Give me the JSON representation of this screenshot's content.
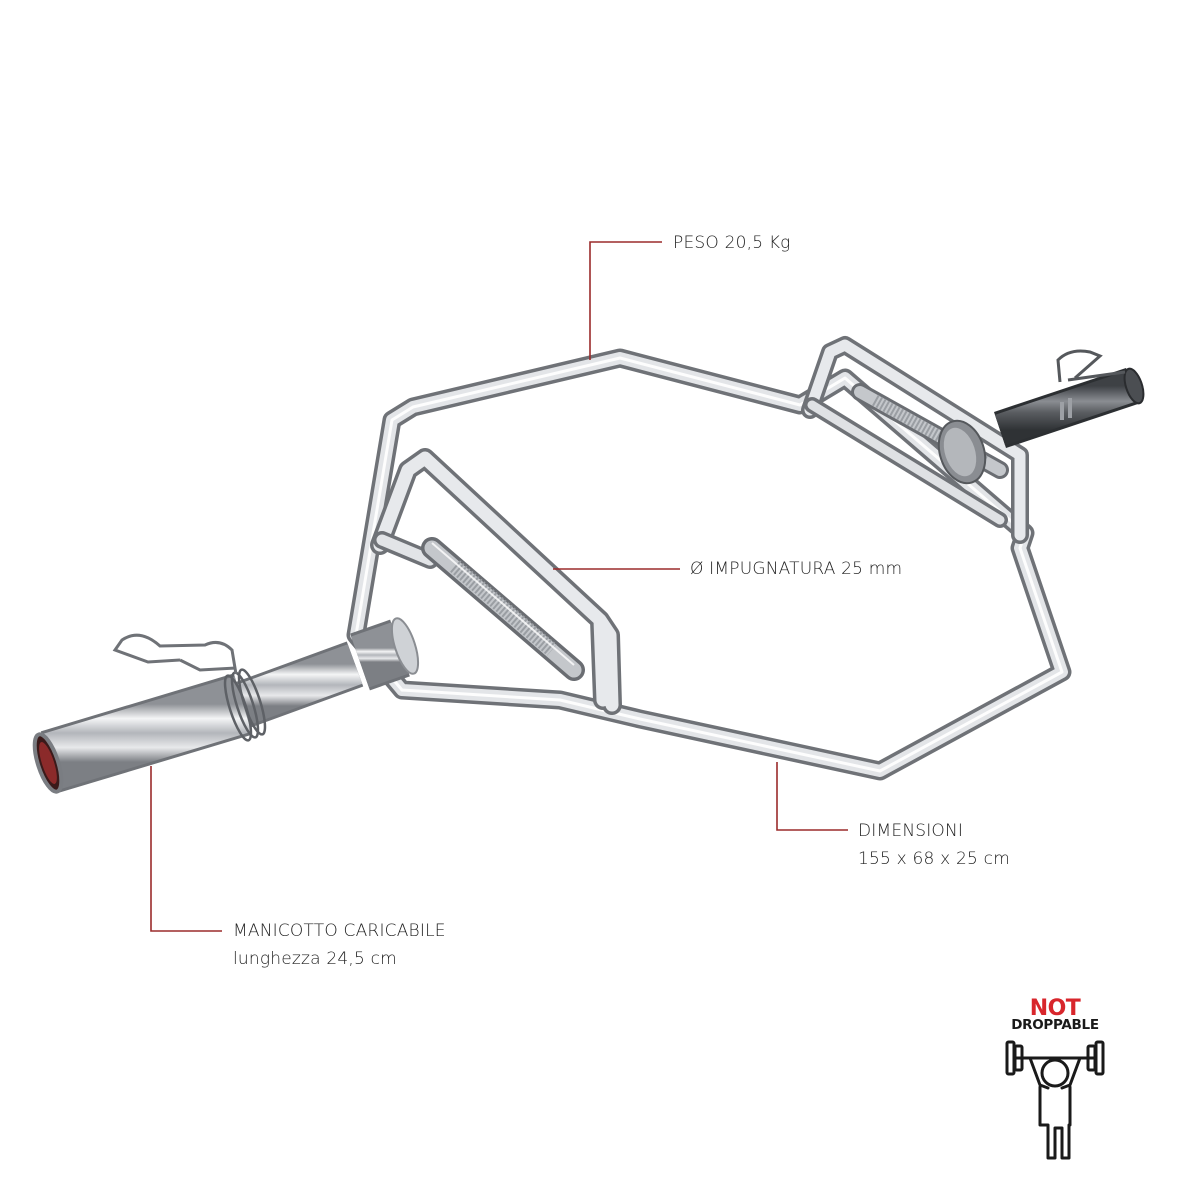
{
  "callouts": {
    "peso": "PESO 20,5 Kg",
    "grip": "Ø IMPUGNATURA 25 mm",
    "dimensions_title": "DIMENSIONI",
    "dimensions_value": "155 x 68 x 25 cm",
    "sleeve_title": "MANICOTTO CARICABILE",
    "sleeve_value": "lunghezza 24,5 cm"
  },
  "badge": {
    "not": "NOT",
    "droppable": "DROPPABLE"
  },
  "colors": {
    "leader_line": "#9b2b2b",
    "badge_red": "#d8262c",
    "chrome": "#b9bcc1"
  },
  "icons": [
    "hex-bar-illustration",
    "not-droppable-icon"
  ]
}
